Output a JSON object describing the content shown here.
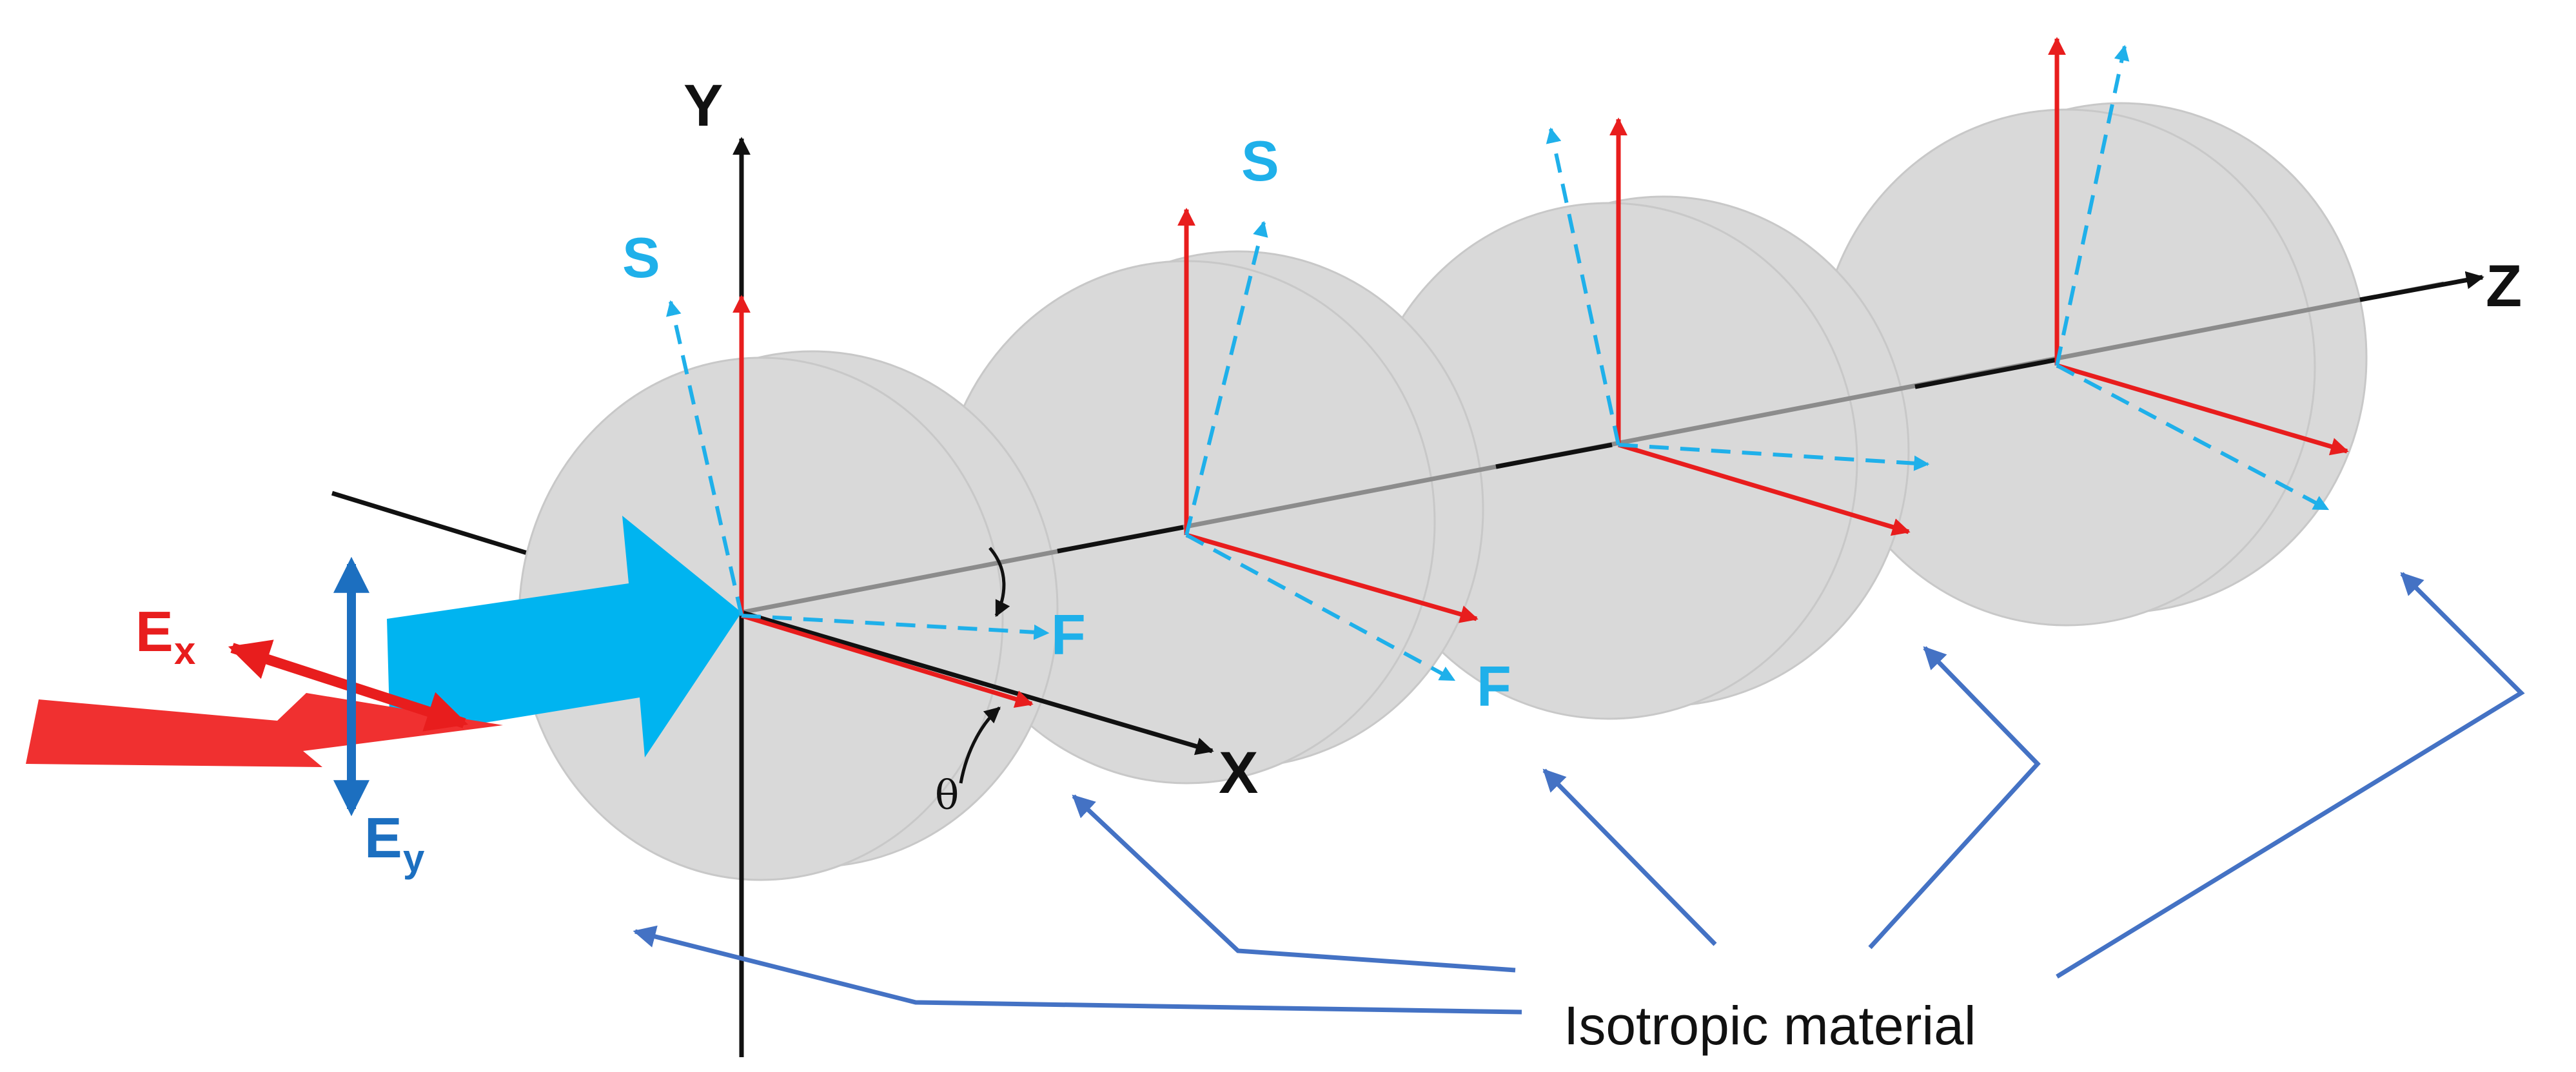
{
  "axes": {
    "x_label": "X",
    "y_label": "Y",
    "z_label": "Z"
  },
  "fields": {
    "ex_label": "E",
    "ex_sub": "x",
    "ey_label": "E",
    "ey_sub": "y"
  },
  "axis_labels": {
    "slow_1": "S",
    "slow_2": "S",
    "fast_1": "F",
    "fast_2": "F"
  },
  "angle": "θ",
  "annotation": "Isotropic material",
  "colors": {
    "red": "#e81d1d",
    "cyan": "#1fb0ea",
    "blue": "#1c6fc0",
    "arrow_blue": "#00b4f0",
    "disk_fill": "#d9d9d9",
    "pointer_blue": "#4472c4"
  }
}
